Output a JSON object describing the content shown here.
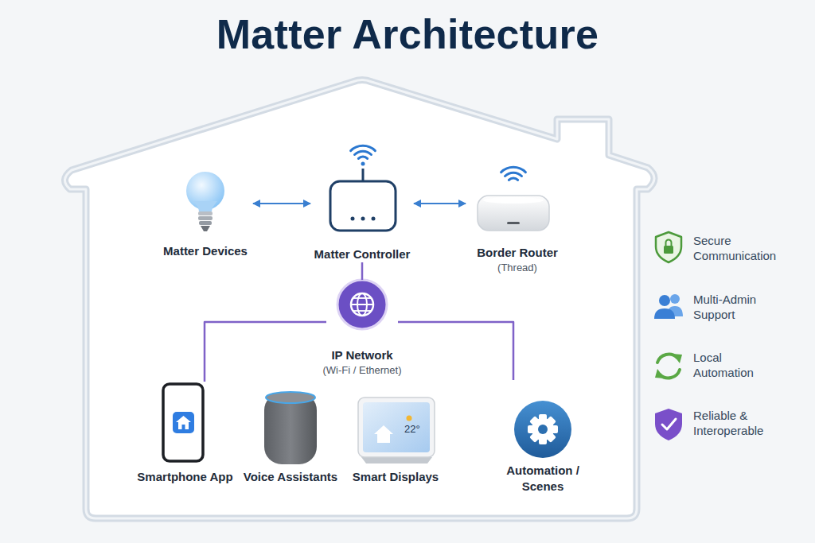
{
  "diagram": {
    "title": "Matter Architecture",
    "nodes": [
      {
        "text": [
          "Matter Devices"
        ]
      },
      {
        "text": [
          "Matter Controller"
        ]
      },
      {
        "text": [
          "Border Router",
          "(Thread)"
        ]
      },
      {
        "text": [
          "IP Network",
          "(Wi-Fi / Ethernet)"
        ]
      },
      {
        "text": [
          "Smartphone App"
        ]
      },
      {
        "text": [
          "Voice Assistants"
        ]
      },
      {
        "text": [
          "Smart Displays"
        ]
      },
      {
        "text": [
          "Automation / Scenes"
        ]
      }
    ],
    "edges": [
      {
        "from": 0,
        "to": 1,
        "arrow": "both"
      },
      {
        "from": 1,
        "to": 2,
        "arrow": "both"
      },
      {
        "from": 1,
        "to": 3,
        "arrow": "none"
      },
      {
        "from": 3,
        "to": 4,
        "arrow": "none"
      },
      {
        "from": 3,
        "to": 7,
        "arrow": "none"
      }
    ],
    "labels": [
      "22°",
      "Secure Communication",
      "Multi-Admin Support",
      "Local Automation",
      "Reliable & Interoperable"
    ]
  }
}
